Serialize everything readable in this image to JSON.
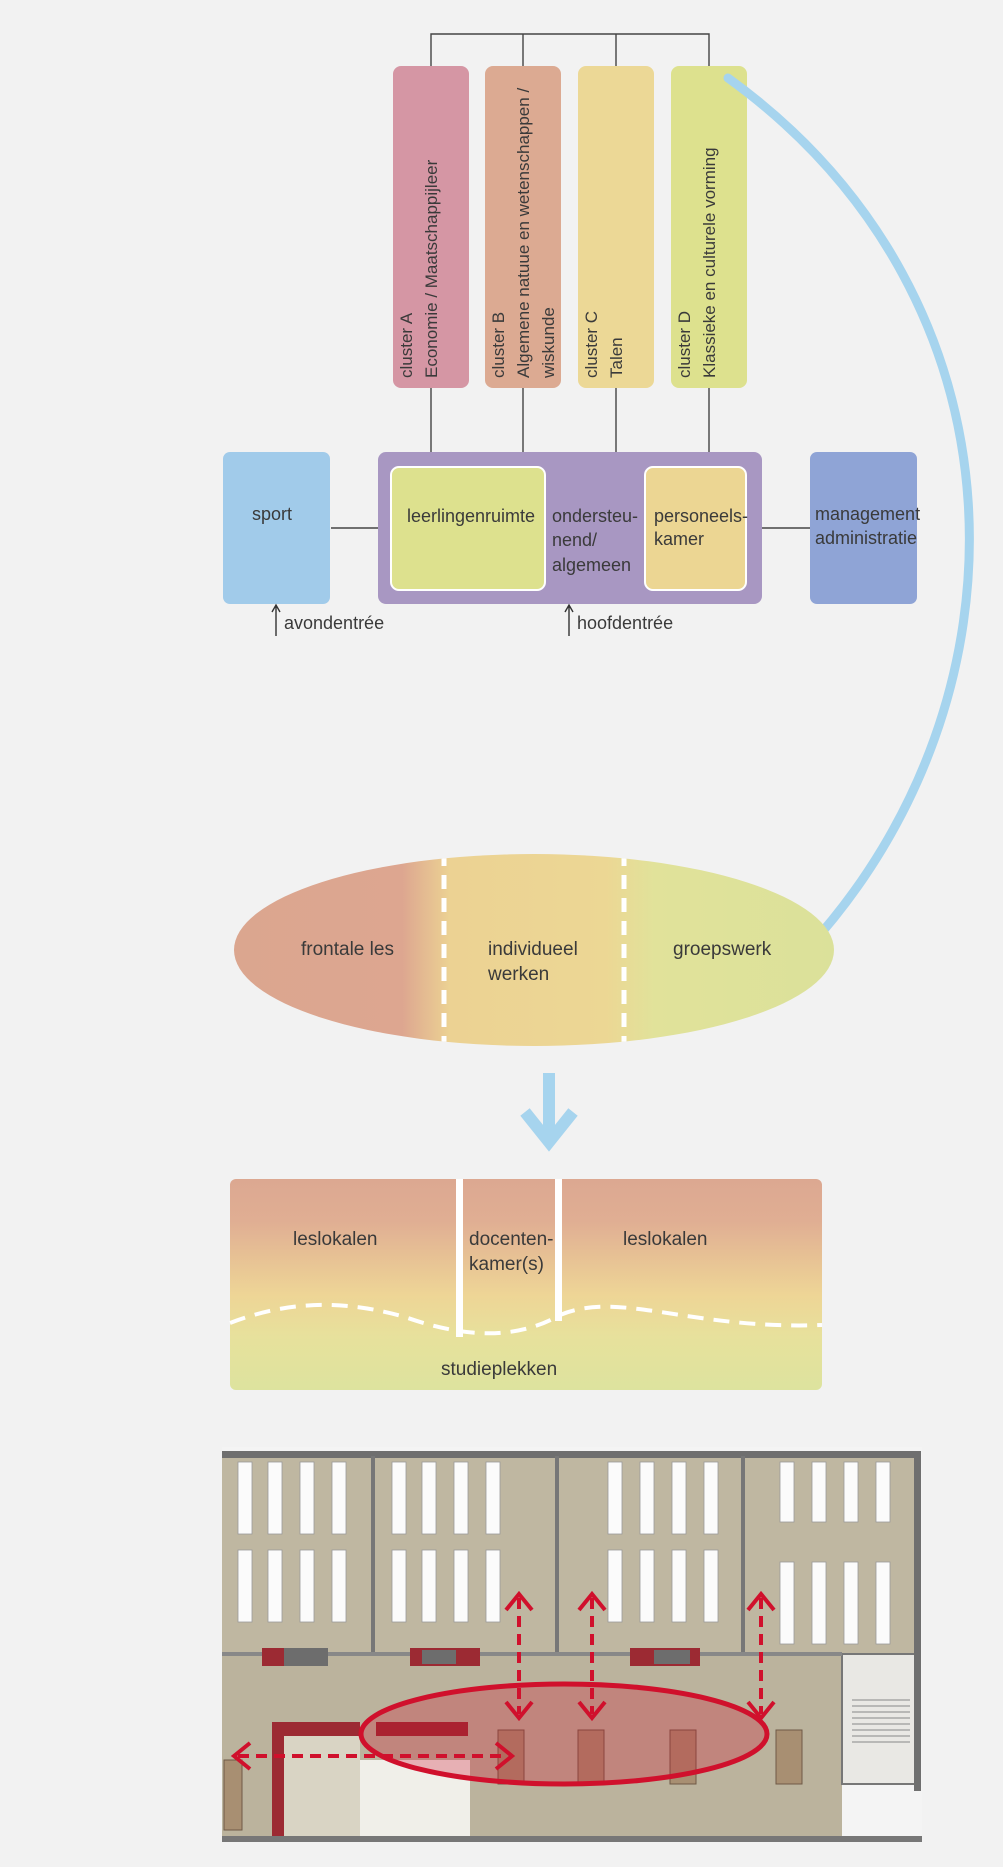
{
  "org_chart": {
    "clusters": [
      {
        "id": "A",
        "line1": "cluster A",
        "line2": "Economie / Maatschappijleer",
        "line3": "",
        "color": "#d596a4"
      },
      {
        "id": "B",
        "line1": "cluster B",
        "line2": "Algemene natuue en wetenschappen /",
        "line3": "wiskunde",
        "color": "#dcaa92"
      },
      {
        "id": "C",
        "line1": "cluster C",
        "line2": "Talen",
        "line3": "",
        "color": "#ecd896"
      },
      {
        "id": "D",
        "line1": "cluster D",
        "line2": "Klassieke en culturele vorming",
        "line3": "",
        "color": "#dde18e"
      }
    ],
    "sport": {
      "label": "sport",
      "color": "#a1cbea"
    },
    "central": {
      "color": "#a897c2",
      "student_room": "leerlingenruimte",
      "support": [
        "ondersteu-",
        "nend/",
        "algemeen"
      ],
      "staff_room": [
        "personeels-",
        "kamer"
      ]
    },
    "management": {
      "lines": [
        "management",
        "administratie"
      ],
      "color": "#8fa4d6"
    },
    "entrances": {
      "evening": "avondentrée",
      "main": "hoofdentrée"
    }
  },
  "teaching_modes": {
    "modes": [
      "frontale les",
      "individueel",
      "werken",
      "groepswerk"
    ]
  },
  "zoning": {
    "left_classrooms": "leslokalen",
    "teacher_room": [
      "docenten-",
      "kamer(s)"
    ],
    "right_classrooms": "leslokalen",
    "study": "studieplekken"
  },
  "colors": {
    "arrow_blue": "#a6d4ee",
    "circulation_red": "#d0102c",
    "floor_beige": "#bfb7a1"
  }
}
